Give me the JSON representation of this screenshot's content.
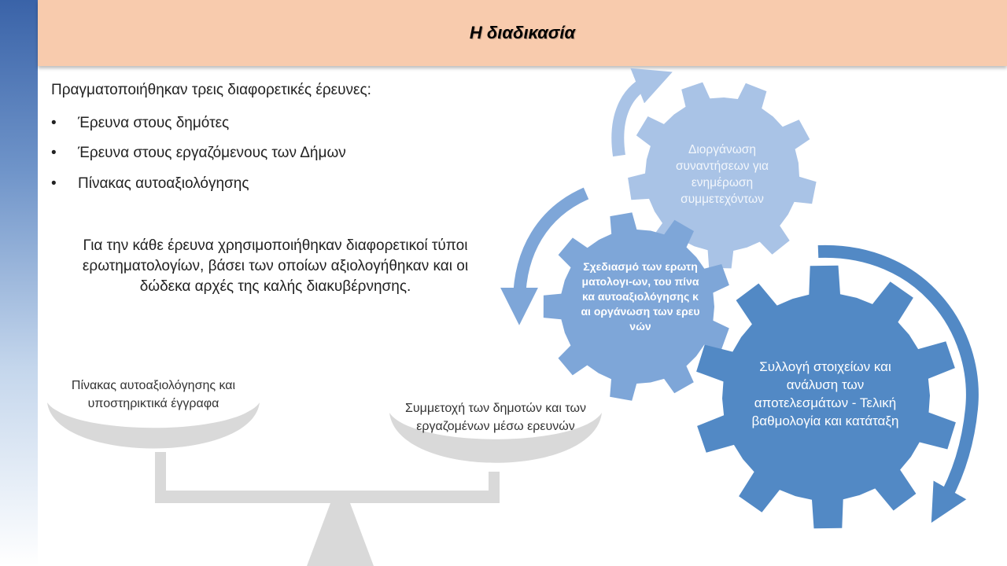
{
  "slide": {
    "title": "Η διαδικασία",
    "intro": "Πραγματοποιήθηκαν τρεις διαφορετικές έρευνες:",
    "bullets": [
      "Έρευνα στους δημότες",
      "Έρευνα στους εργαζόμενους των Δήμων",
      "Πίνακας αυτοαξιολόγησης"
    ],
    "paragraph": "Για την κάθε έρευνα χρησιμοποιήθηκαν διαφορετικοί τύποι ερωτηματολογίων, βάσει των οποίων αξιολογήθηκαν και οι δώδεκα αρχές της καλής διακυβέρνησης."
  },
  "scale": {
    "left_pan": "Πίνακας αυτοαξιολόγησης και υποστηρικτικά έγγραφα",
    "right_pan": "Συμμετοχή των δημοτών και των εργαζομένων μέσω ερευνών"
  },
  "gears": [
    {
      "label": "Διοργάνωση συναντήσεων για ενημέρωση συμμετεχόντων"
    },
    {
      "label": "Σχεδιασμό των ερωτηματολογι-ων, του πίνακα αυτοαξιολόγησης και οργάνωση των ερευνών"
    },
    {
      "label": "Συλλογή στοιχείων και ανάλυση των αποτελεσμάτων - Τελική βαθμολογία και κατάταξη"
    }
  ],
  "colors": {
    "title_bar": "#f8cbad",
    "gear_light": "#a9c3e6",
    "gear_medium": "#7ea6d8",
    "gear_dark": "#5289c5",
    "scale_gray": "#d9d9d9"
  }
}
